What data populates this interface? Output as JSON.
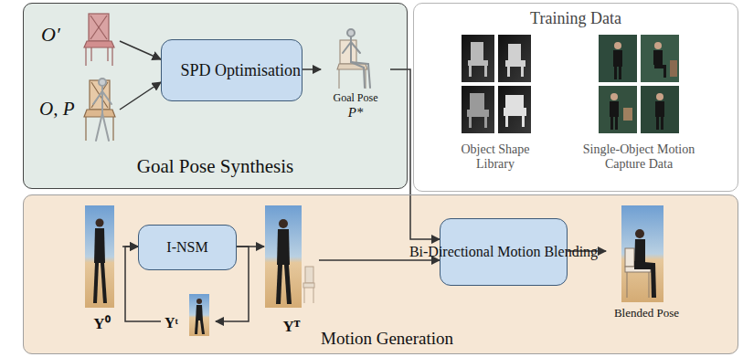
{
  "diagram": {
    "nodes": [
      {
        "text": [
          "Goal Pose Synthesis"
        ]
      },
      {
        "text": [
          "O′"
        ],
        "in": 0
      },
      {
        "text": [
          "O, P"
        ],
        "in": 0
      },
      {
        "text": [
          "SPD Optimisation"
        ],
        "in": 0
      },
      {
        "text": [
          "Goal Pose",
          "P*"
        ],
        "in": 0
      },
      {
        "text": [
          "Training Data"
        ]
      },
      {
        "text": [
          "Motion Generation"
        ]
      },
      {
        "text": [
          "Y⁰"
        ],
        "in": 6
      },
      {
        "text": [
          "I-NSM"
        ],
        "in": 6
      },
      {
        "text": [
          "Yᵗ"
        ],
        "in": 6
      },
      {
        "text": [
          "Yᵀ"
        ],
        "in": 6
      },
      {
        "text": [
          "Bi-Directional Motion Blending"
        ],
        "in": 6
      },
      {
        "text": [
          "Blended Pose"
        ],
        "in": 6
      }
    ],
    "edges": [
      {
        "from": 1,
        "to": 3,
        "arrow": "to"
      },
      {
        "from": 2,
        "to": 3,
        "arrow": "to"
      },
      {
        "from": 3,
        "to": 4,
        "arrow": "to"
      },
      {
        "from": 4,
        "to": 11,
        "arrow": "to"
      },
      {
        "from": 7,
        "to": 8,
        "arrow": "to"
      },
      {
        "from": 8,
        "to": 10,
        "arrow": "to"
      },
      {
        "from": 10,
        "to": 11,
        "arrow": "to"
      },
      {
        "from": 11,
        "to": 12,
        "arrow": "to"
      },
      {
        "from": 8,
        "to": 9,
        "arrow": "to"
      },
      {
        "from": 9,
        "to": 8,
        "arrow": "to"
      }
    ],
    "labels": [
      "Object Shape Library",
      "Single-Object Motion Capture Data"
    ]
  }
}
